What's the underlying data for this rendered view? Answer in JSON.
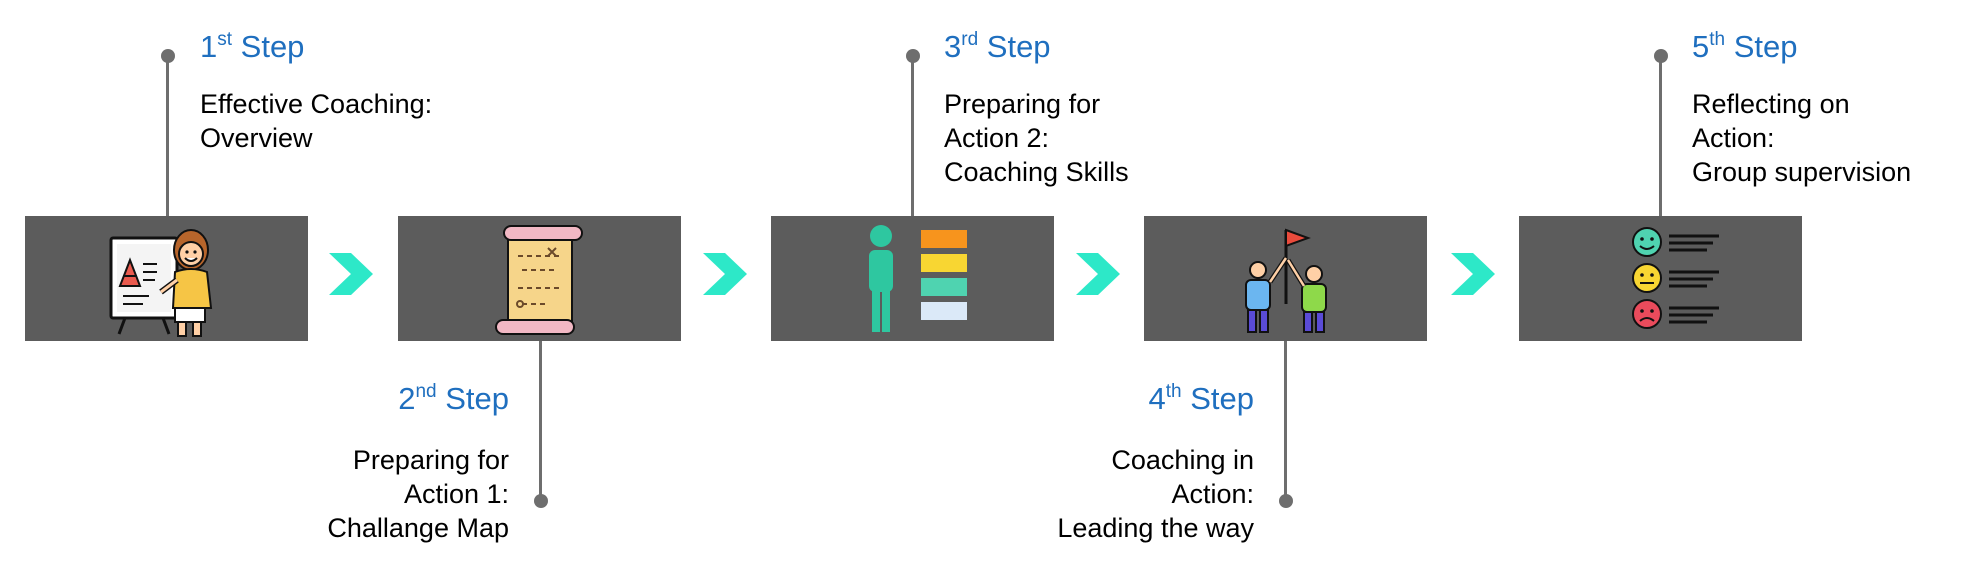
{
  "steps": [
    {
      "num": "1",
      "sup": "st",
      "word": "Step",
      "lines": [
        "Effective Coaching:",
        "Overview"
      ],
      "icon": "presentation-teacher-icon"
    },
    {
      "num": "2",
      "sup": "nd",
      "word": "Step",
      "lines": [
        "Preparing for",
        "Action 1:",
        "Challange Map"
      ],
      "icon": "scroll-map-icon"
    },
    {
      "num": "3",
      "sup": "rd",
      "word": "Step",
      "lines": [
        "Preparing for",
        "Action 2:",
        "Coaching Skills"
      ],
      "icon": "person-skill-bars-icon"
    },
    {
      "num": "4",
      "sup": "th",
      "word": "Step",
      "lines": [
        "Coaching in",
        "Action:",
        "Leading the way"
      ],
      "icon": "team-flag-icon"
    },
    {
      "num": "5",
      "sup": "th",
      "word": "Step",
      "lines": [
        "Reflecting on",
        "Action:",
        "Group supervision"
      ],
      "icon": "feedback-faces-icon"
    }
  ],
  "colors": {
    "heading": "#1f6fbf",
    "box": "#5c5c5c",
    "arrow": "#2de8c8",
    "connector": "#6e6e6e"
  }
}
